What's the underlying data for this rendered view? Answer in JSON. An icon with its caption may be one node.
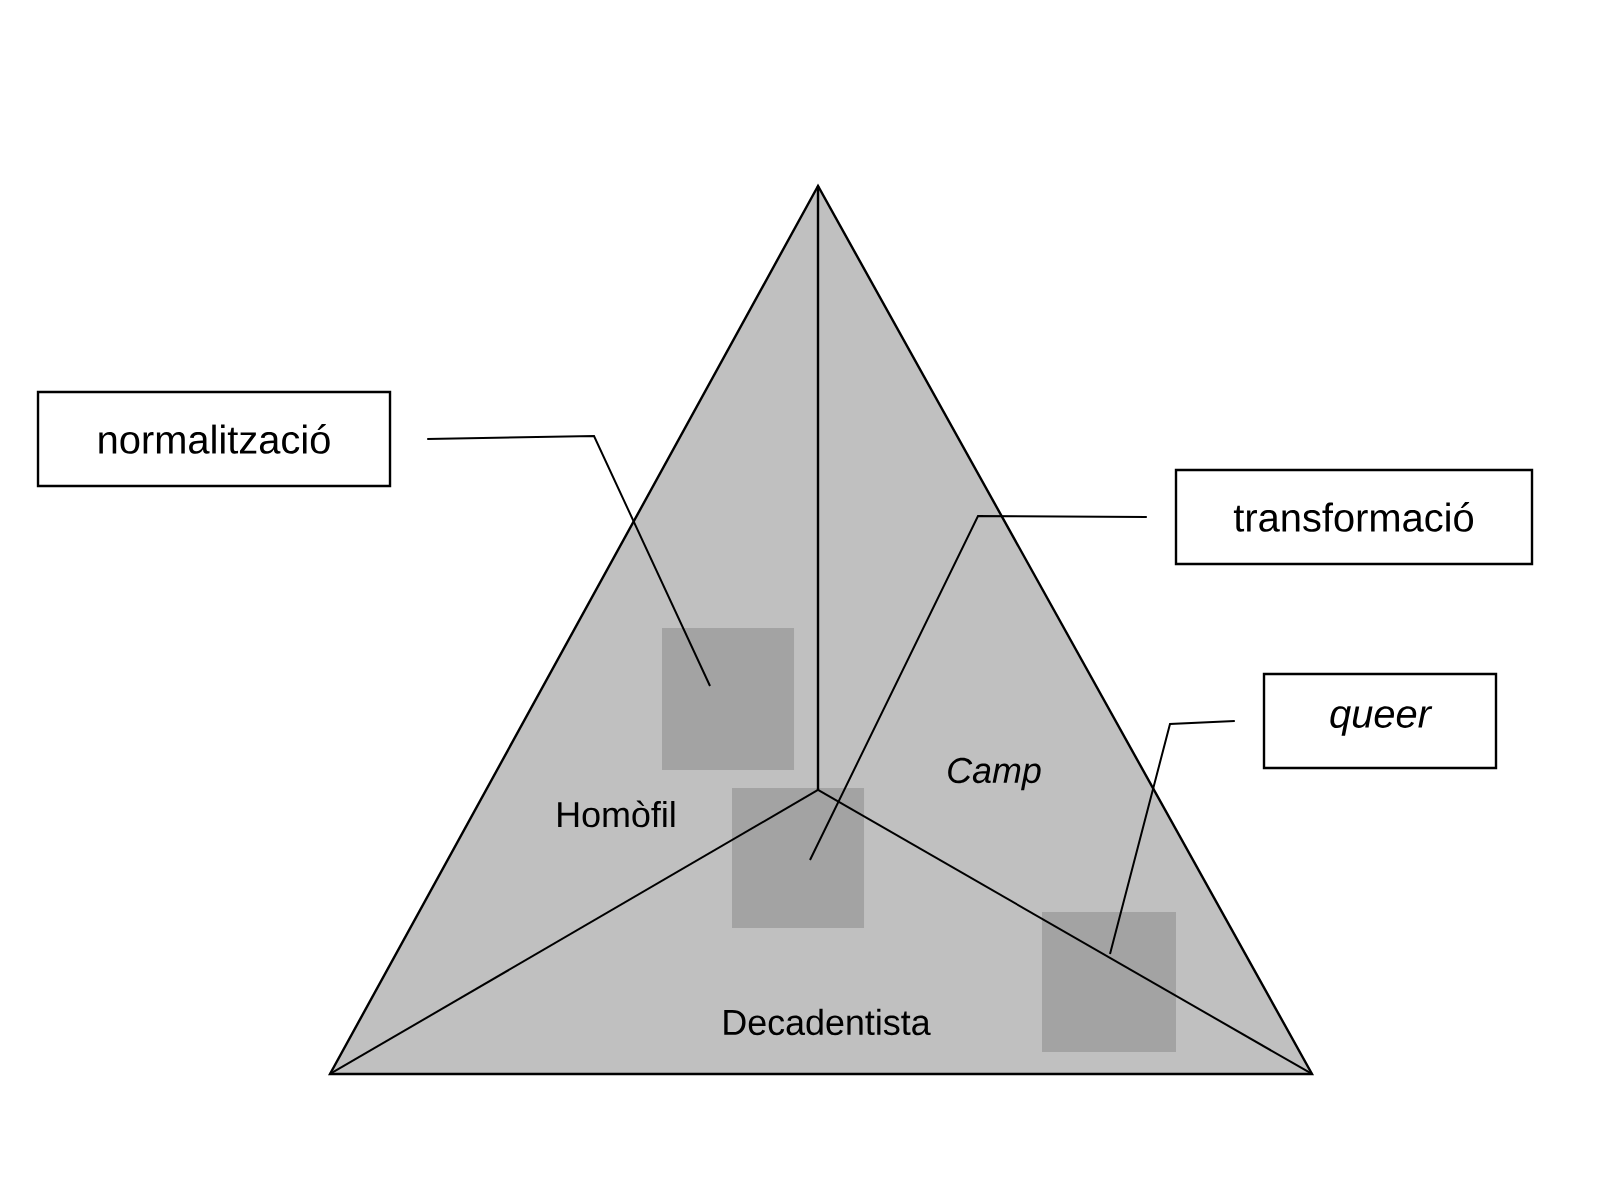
{
  "diagram": {
    "nodes": [
      {
        "text": [
          "normalització"
        ]
      },
      {
        "text": [
          "transformació"
        ]
      },
      {
        "text": [
          "queer"
        ]
      },
      {
        "text": [],
        "shape": "box"
      },
      {
        "text": [],
        "shape": "box"
      },
      {
        "text": [],
        "shape": "box"
      }
    ],
    "edges": [
      {
        "from": 0,
        "to": 3,
        "arrow": "none"
      },
      {
        "from": 1,
        "to": 4,
        "arrow": "none"
      },
      {
        "from": 2,
        "to": 5,
        "arrow": "none"
      }
    ],
    "labels": [
      "Homòfil",
      "Camp",
      "Decadentista"
    ]
  }
}
